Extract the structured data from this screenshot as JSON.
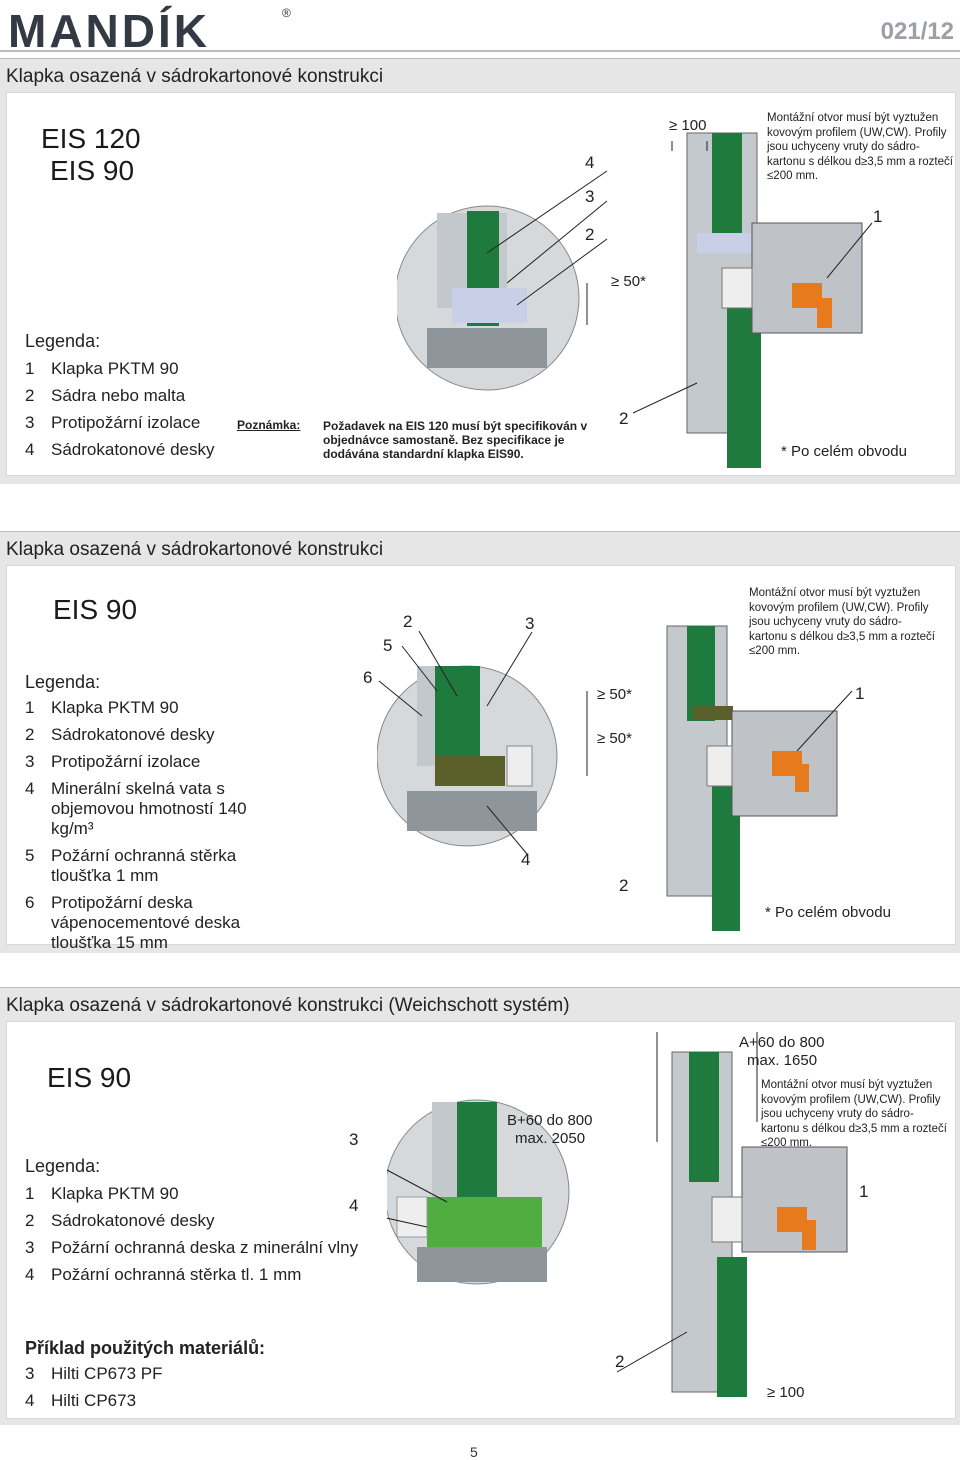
{
  "header": {
    "brand": "MANDÍK",
    "reg": "®",
    "page": "021/12"
  },
  "sec1": {
    "title": "Klapka osazená v sádrokartonové konstrukci",
    "eis": [
      "EIS 120",
      "EIS 90"
    ],
    "legend_title": "Legenda:",
    "legend": [
      {
        "n": "1",
        "t": "Klapka PKTM 90"
      },
      {
        "n": "2",
        "t": "Sádra nebo malta"
      },
      {
        "n": "3",
        "t": "Protipožární izolace"
      },
      {
        "n": "4",
        "t": "Sádrokatonové desky"
      }
    ],
    "note_label": "Poznámka:",
    "note": "Požadavek na EIS 120 musí být specifikován v objednávce samostaně. Bez specifikace je dodávána standardní klapka EIS90.",
    "callouts": [
      "4",
      "3",
      "2",
      "1",
      "2"
    ],
    "dims": [
      "≥ 100",
      "≥ 50*"
    ],
    "mount": "Montážní otvor musí být vyztužen kovovým profilem (UW,CW). Profily jsou uchyceny vruty do sádro-kartonu s délkou d≥3,5 mm a roztečí ≤200 mm.",
    "foot": "* Po celém obvodu"
  },
  "sec2": {
    "title": "Klapka osazená v sádrokartonové konstrukci",
    "eis": "EIS 90",
    "legend_title": "Legenda:",
    "legend": [
      {
        "n": "1",
        "t": "Klapka PKTM 90"
      },
      {
        "n": "2",
        "t": "Sádrokatonové desky"
      },
      {
        "n": "3",
        "t": "Protipožární izolace"
      },
      {
        "n": "4",
        "t": "Minerální skelná vata s objemovou hmotností 140 kg/m³"
      },
      {
        "n": "5",
        "t": "Požární ochranná stěrka tloušťka 1 mm"
      },
      {
        "n": "6",
        "t": "Protipožární deska vápenocementové deska tloušťka 15 mm"
      }
    ],
    "callouts": [
      "5",
      "2",
      "3",
      "6",
      "4",
      "2",
      "1"
    ],
    "dims": [
      "≥ 50*",
      "≥ 50*"
    ],
    "mount": "Montážní otvor musí být vyztužen kovovým profilem (UW,CW). Profily jsou uchyceny vruty do sádro-kartonu s délkou d≥3,5 mm a roztečí ≤200 mm.",
    "foot": "* Po celém obvodu"
  },
  "sec3": {
    "title": "Klapka osazená v sádrokartonové konstrukci (Weichschott systém)",
    "eis": "EIS 90",
    "legend_title": "Legenda:",
    "legend": [
      {
        "n": "1",
        "t": "Klapka PKTM 90"
      },
      {
        "n": "2",
        "t": "Sádrokatonové desky"
      },
      {
        "n": "3",
        "t": "Požární ochranná deska z minerální vlny"
      },
      {
        "n": "4",
        "t": "Požární ochranná stěrka tl. 1 mm"
      }
    ],
    "materials_title": "Příklad použitých materiálů:",
    "materials": [
      {
        "n": "3",
        "t": "Hilti CP673 PF"
      },
      {
        "n": "4",
        "t": "Hilti CP673"
      }
    ],
    "callouts": [
      "3",
      "4",
      "1",
      "2"
    ],
    "dims": [
      "B+60 do 800",
      "max. 2050",
      "A+60 do 800",
      "max. 1650",
      "≥ 100"
    ],
    "mount": "Montážní otvor musí být vyztužen kovovým profilem (UW,CW). Profily jsou uchyceny vruty do sádro-kartonu s délkou d≥3,5 mm a roztečí ≤200 mm."
  },
  "footer": {
    "page": "5"
  },
  "colors": {
    "green": "#1f7a3d",
    "gray": "#b9bec3",
    "orange": "#e87a1e",
    "blue": "#c8cfe6"
  }
}
